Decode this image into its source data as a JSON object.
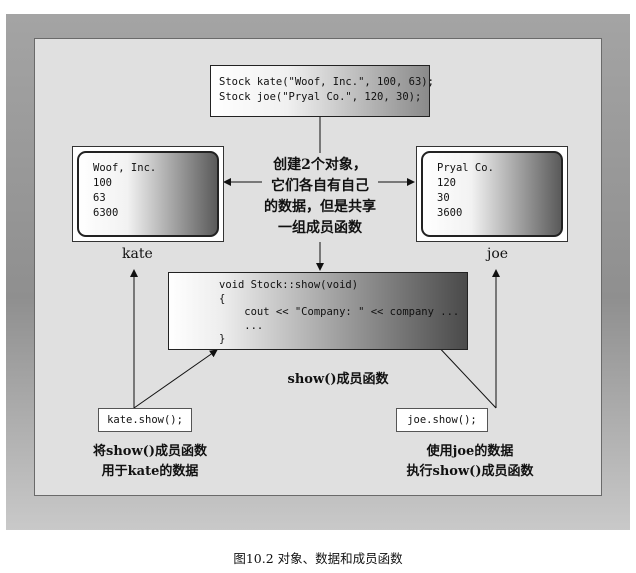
{
  "declaration": {
    "lines": [
      "Stock kate(\"Woof, Inc.\", 100, 63);",
      "Stock joe(\"Pryal Co.\", 120, 30);"
    ]
  },
  "objects": {
    "kate": {
      "label": "kate",
      "values": [
        "Woof, Inc.",
        "100",
        "63",
        "6300"
      ]
    },
    "joe": {
      "label": "joe",
      "values": [
        "Pryal Co.",
        "120",
        "30",
        "3600"
      ]
    }
  },
  "center_note": {
    "lines": [
      "创建2个对象，",
      "它们各自有自己",
      "的数据，但是共享",
      "一组成员函数"
    ]
  },
  "method": {
    "lines": [
      "void Stock::show(void)",
      "{",
      "    cout << \"Company: \" << company ...",
      "    ...",
      "}"
    ],
    "label": "show()成员函数"
  },
  "calls": {
    "kate": {
      "code": "kate.show();",
      "caption": [
        "将show()成员函数",
        "用于kate的数据"
      ]
    },
    "joe": {
      "code": "joe.show();",
      "caption": [
        "使用joe的数据",
        "执行show()成员函数"
      ]
    }
  },
  "figure_caption": "图10.2 对象、数据和成员函数"
}
